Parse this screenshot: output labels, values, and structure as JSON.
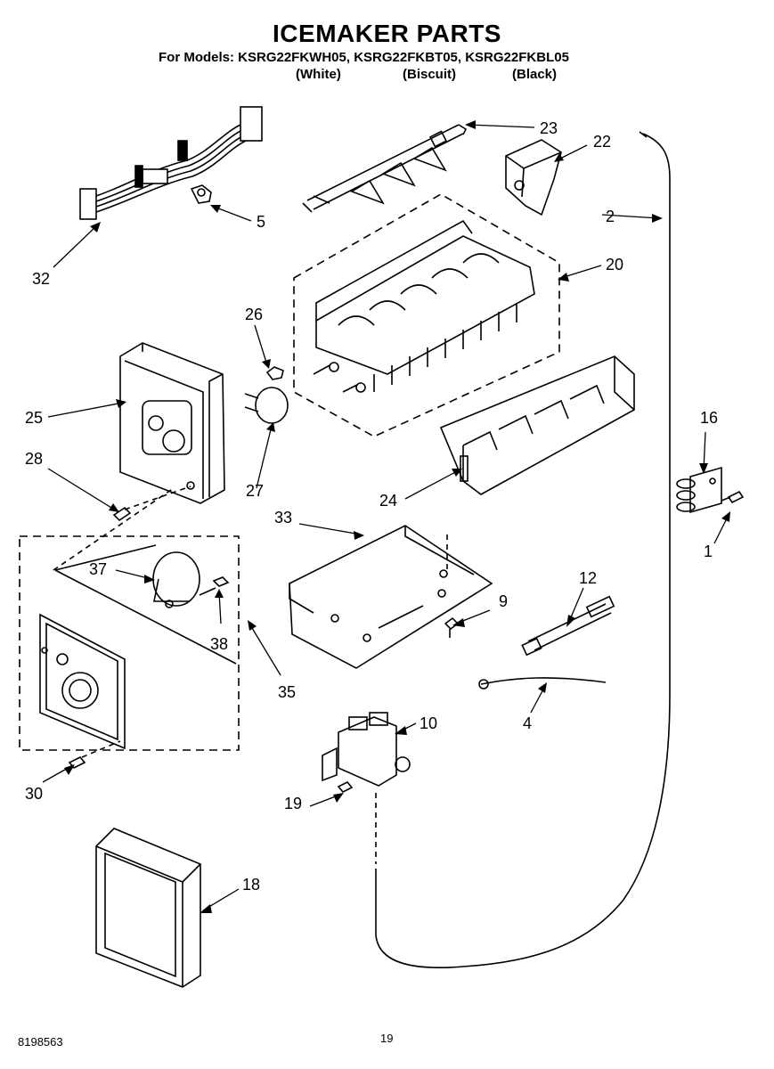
{
  "header": {
    "title": "ICEMAKER PARTS",
    "models_line": "For Models: KSRG22FKWH05, KSRG22FKBT05, KSRG22FKBL05",
    "variants": [
      "(White)",
      "(Biscuit)",
      "(Black)"
    ]
  },
  "callouts": [
    "23",
    "22",
    "2",
    "5",
    "32",
    "20",
    "26",
    "25",
    "28",
    "27",
    "24",
    "16",
    "33",
    "1",
    "37",
    "9",
    "12",
    "38",
    "35",
    "10",
    "4",
    "30",
    "19",
    "18"
  ],
  "footer": {
    "doc_number": "8198563",
    "page_number": "19"
  }
}
